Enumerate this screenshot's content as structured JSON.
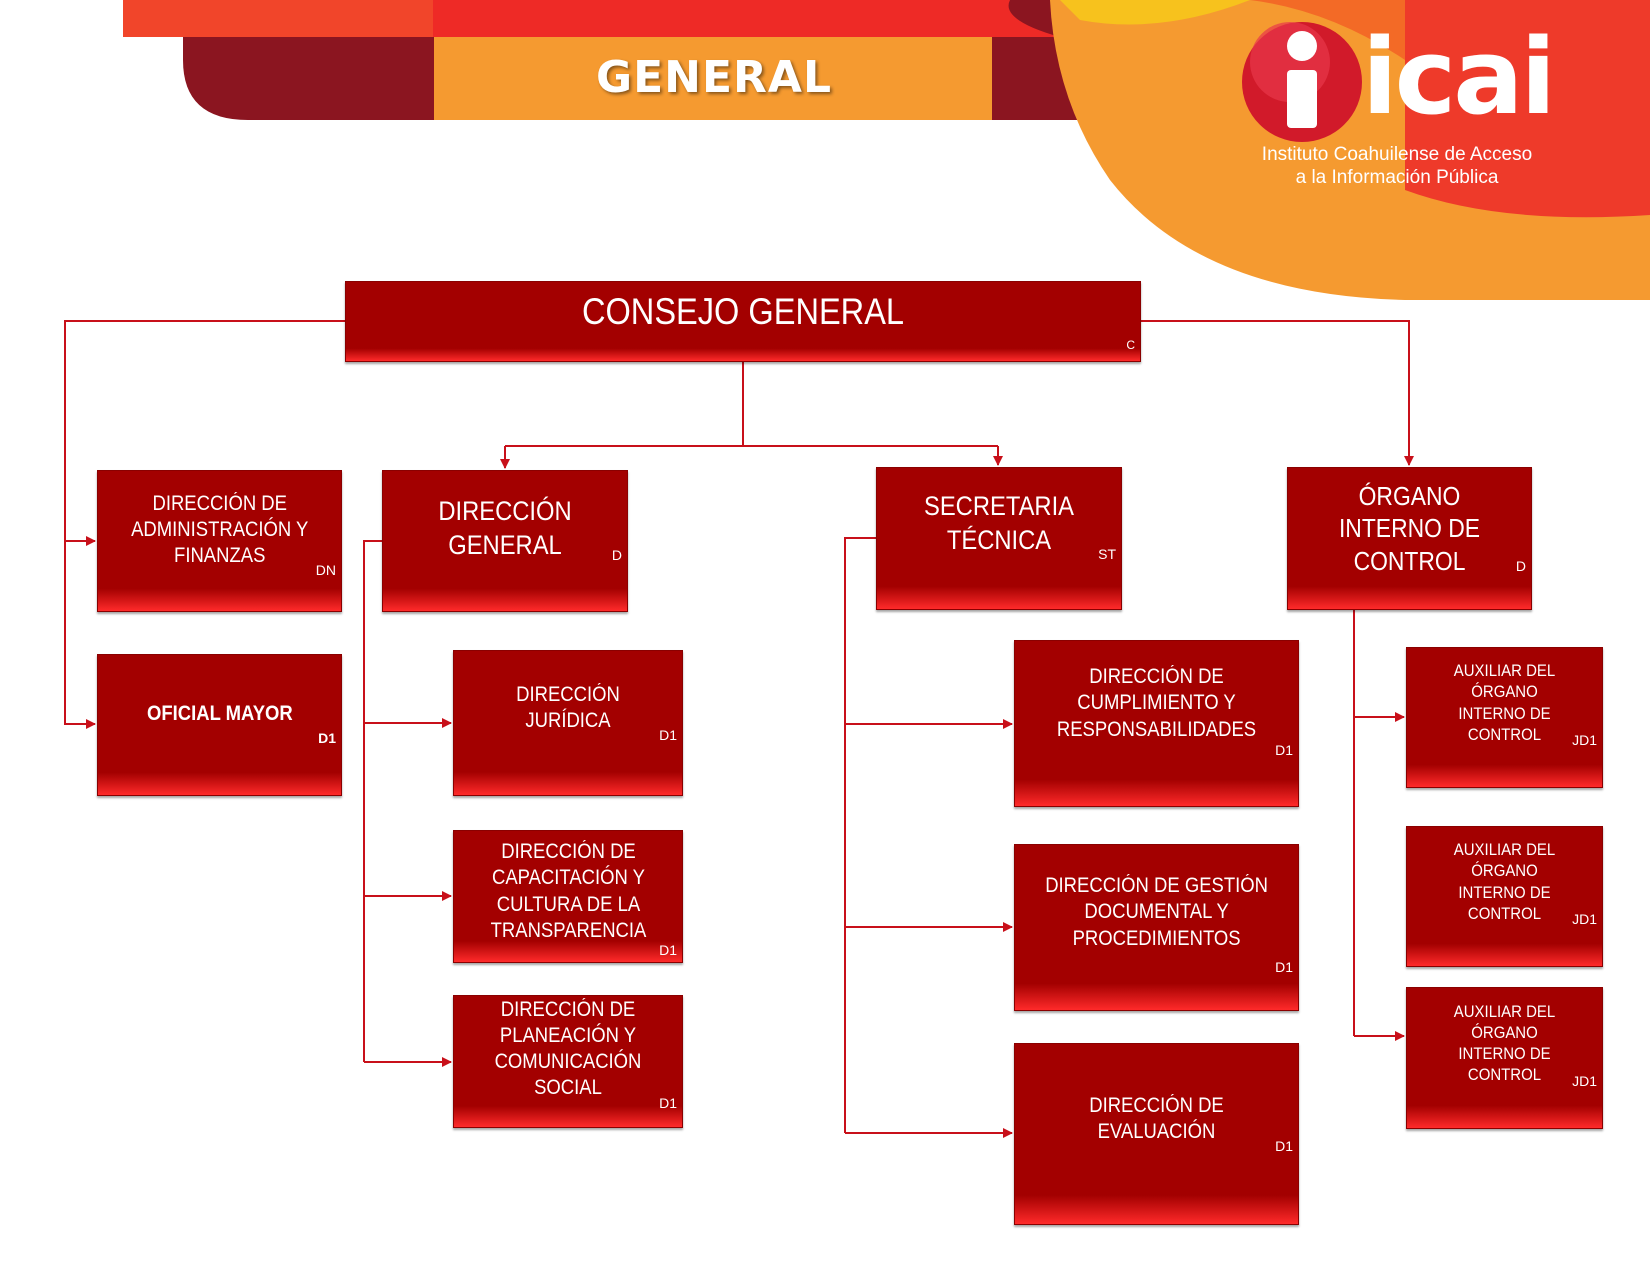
{
  "header": {
    "banner_title": "GENERAL",
    "logo_text": "icai",
    "logo_subtitle_1": "Instituto Coahuilense de Acceso",
    "logo_subtitle_2": "a la Información Pública"
  },
  "colors": {
    "box": "#a30000",
    "line": "#c8101a",
    "orange": "#f59a30",
    "red": "#ee2a26",
    "dark": "#8b1520"
  },
  "nodes": {
    "consejo": {
      "title": "CONSEJO GENERAL",
      "code": "C"
    },
    "admin": {
      "title": "DIRECCIÓN DE\nADMINISTRACIÓN Y\nFINANZAS",
      "code": "DN"
    },
    "oficial": {
      "title": "OFICIAL MAYOR",
      "code": "D1"
    },
    "dgeneral": {
      "title": "DIRECCIÓN GENERAL",
      "code": "D"
    },
    "juridica": {
      "title": "DIRECCIÓN JURÍDICA",
      "code": "D1"
    },
    "capacitacion": {
      "title": "DIRECCIÓN DE\nCAPACITACIÓN Y\nCULTURA DE LA\nTRANSPARENCIA",
      "code": "D1"
    },
    "planeacion": {
      "title": "DIRECCIÓN DE\nPLANEACIÓN Y\nCOMUNICACIÓN SOCIAL",
      "code": "D1"
    },
    "secretaria": {
      "title": "SECRETARIA TÉCNICA",
      "code": "ST"
    },
    "cumplimiento": {
      "title": "DIRECCIÓN DE CUMPLIMIENTO Y\nRESPONSABILIDADES",
      "code": "D1"
    },
    "gestion": {
      "title": "DIRECCIÓN DE GESTIÓN\nDOCUMENTAL Y\nPROCEDIMIENTOS",
      "code": "D1"
    },
    "evaluacion": {
      "title": "DIRECCIÓN DE EVALUACIÓN",
      "code": "D1"
    },
    "organo": {
      "title": "ÓRGANO INTERNO DE\nCONTROL",
      "code": "D"
    },
    "aux1": {
      "title": "AUXILIAR DEL ÓRGANO\nINTERNO DE CONTROL",
      "code": "JD1"
    },
    "aux2": {
      "title": "AUXILIAR DEL ÓRGANO\nINTERNO DE CONTROL",
      "code": "JD1"
    },
    "aux3": {
      "title": "AUXILIAR DEL ÓRGANO\nINTERNO DE CONTROL",
      "code": "JD1"
    }
  }
}
